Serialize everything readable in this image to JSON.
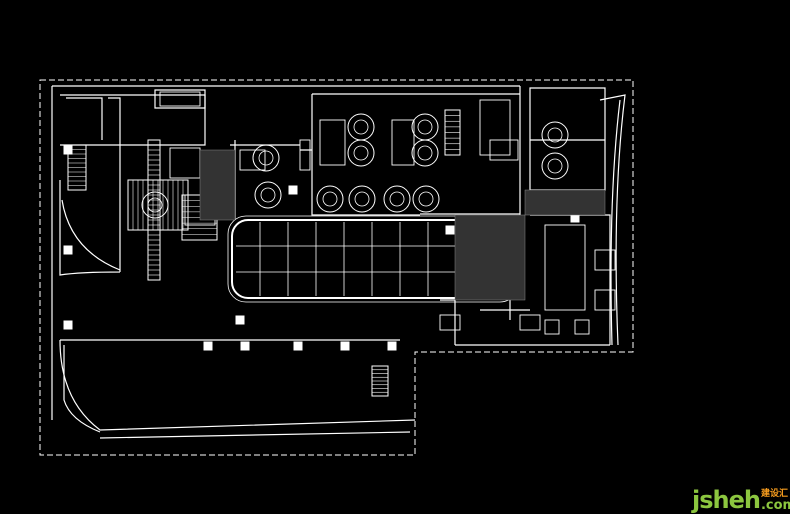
{
  "drawing": {
    "type": "architectural floor plan (CAD, dark background)",
    "line_color": "#ffffff",
    "background": "#000000"
  },
  "watermark": {
    "brand": "jsheh",
    "domain_suffix": ".com",
    "chinese": "建设汇",
    "primary_color": "#8cc63f",
    "accent_color": "#f39a1e"
  }
}
